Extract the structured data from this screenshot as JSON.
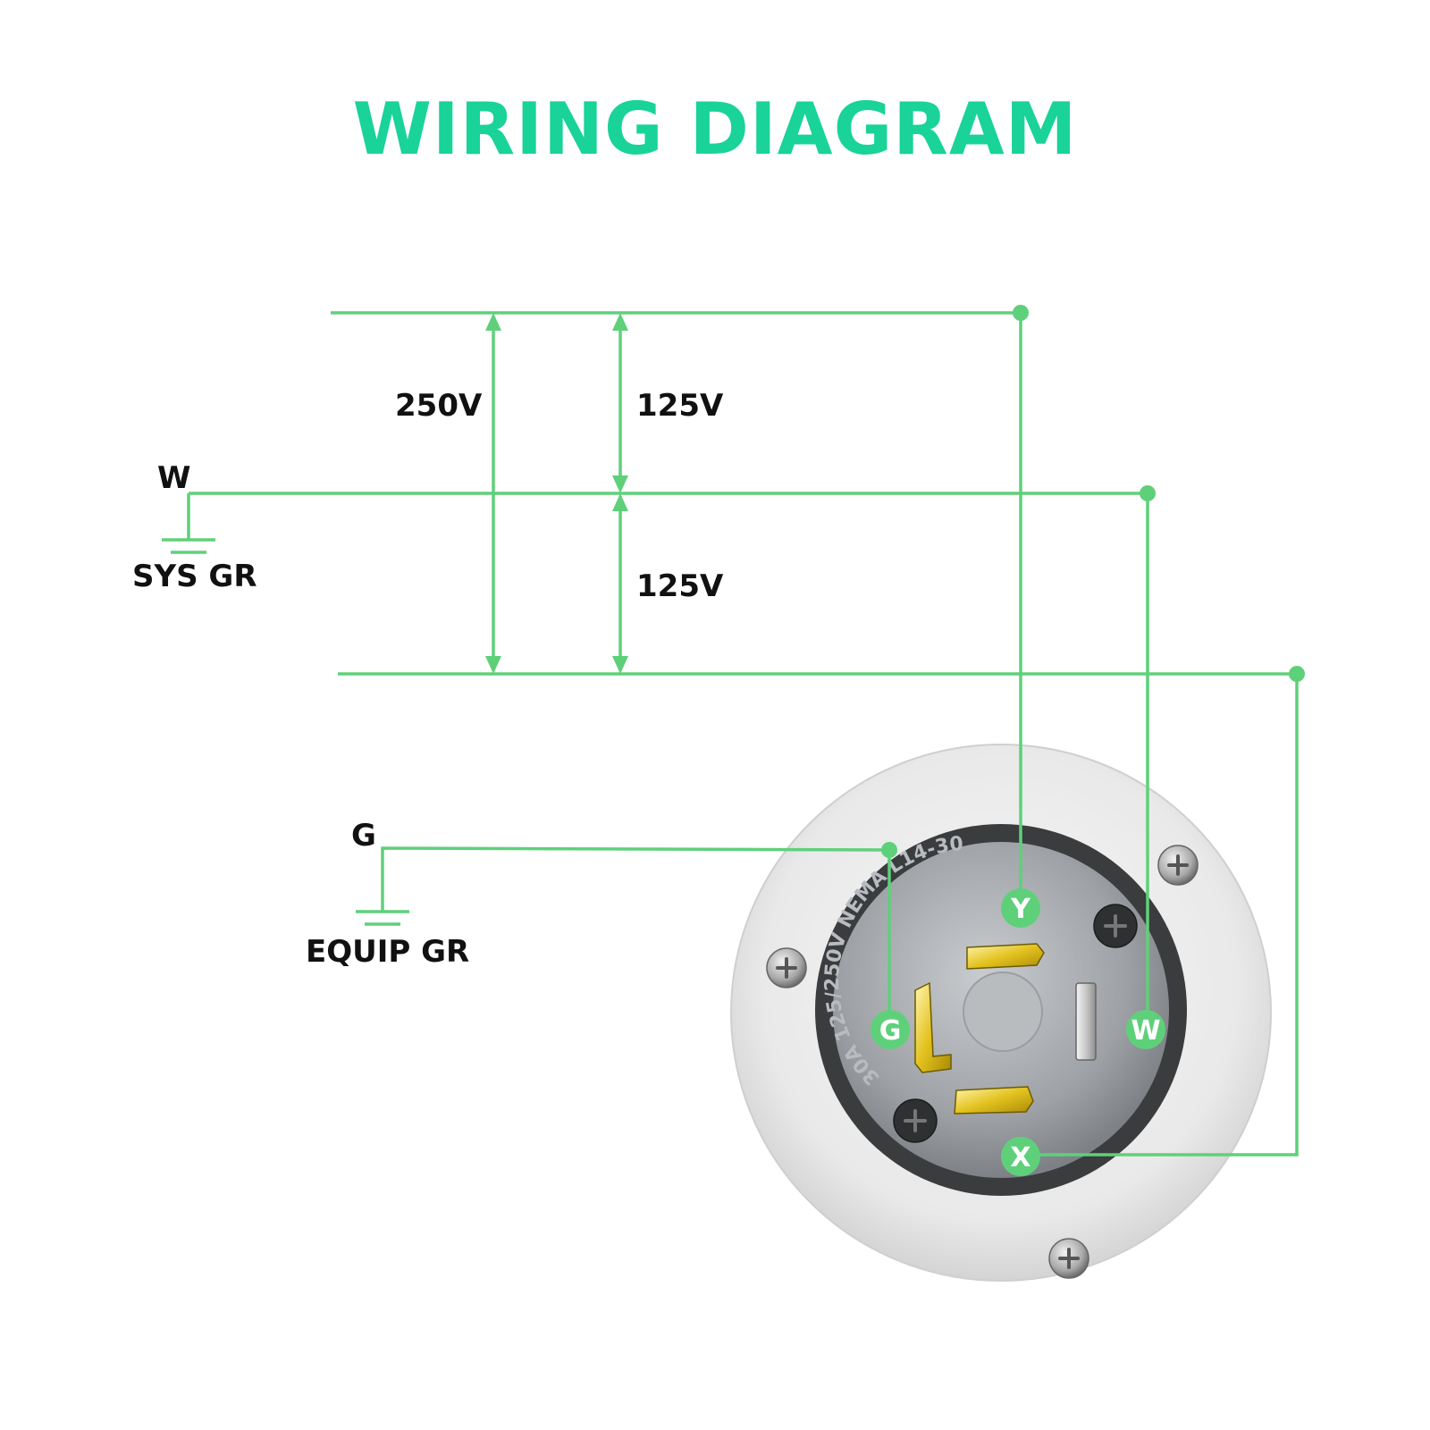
{
  "title": "WIRING DIAGRAM",
  "voltage": {
    "total": "250V",
    "upper": "125V",
    "lower": "125V"
  },
  "neutral": {
    "label": "W",
    "ground_label": "SYS GR"
  },
  "equipment_ground": {
    "label": "G",
    "ground_label": "EQUIP GR"
  },
  "terminals": {
    "y": "Y",
    "w": "W",
    "g": "G",
    "x": "X"
  },
  "receptacle": {
    "face_text": "30A 125/250V NEMA L14-30"
  },
  "colors": {
    "title": "#19d398",
    "wire": "#5fd07a"
  }
}
